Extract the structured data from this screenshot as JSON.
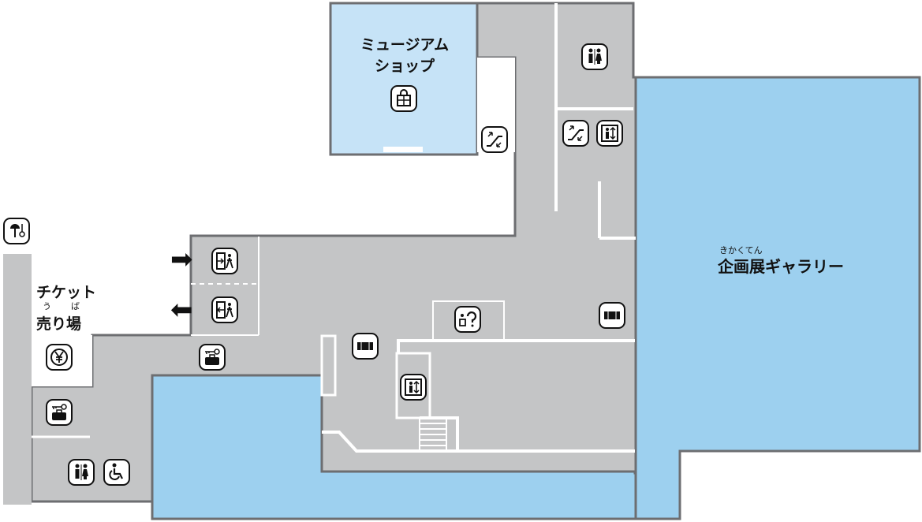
{
  "colors": {
    "corridor": "#c4c5c6",
    "museum_shop": "#c6e3f7",
    "gallery": "#9dd0ef",
    "outline": "#6d6e71",
    "pin_border": "#111111"
  },
  "areas": {
    "museum_shop": {
      "line1": "ミュージアム",
      "line2": "ショップ"
    },
    "ticket": {
      "line1": "チケット",
      "line2": "売り場",
      "ruby_u": "う",
      "ruby_ba": "ば"
    },
    "gallery": {
      "label": "企画展ギャラリー",
      "ruby": "きかくてん"
    }
  },
  "icons": [
    "umbrella-stand-icon",
    "entrance-icon",
    "exit-icon",
    "yen-icon",
    "locker-icon",
    "restroom-icon",
    "accessible-restroom-icon",
    "shopping-icon",
    "escalator-icon",
    "elevator-icon",
    "information-icon",
    "ticket-gate-icon"
  ]
}
